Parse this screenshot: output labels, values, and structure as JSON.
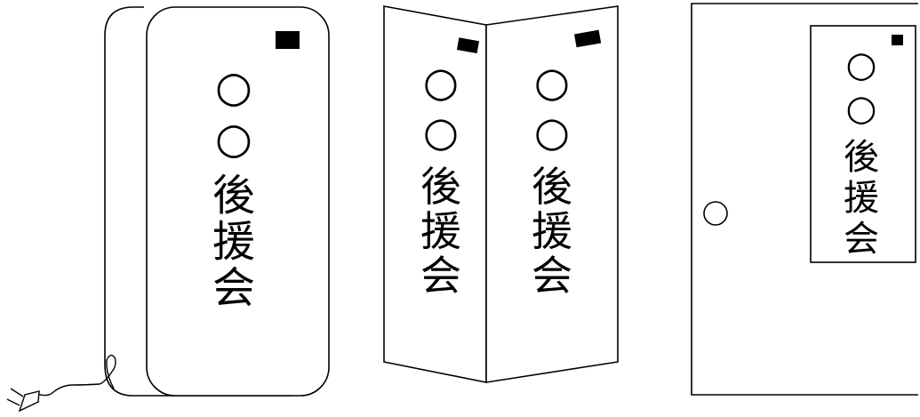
{
  "colors": {
    "stroke": "#000000",
    "background": "#ffffff",
    "marker": "#000000"
  },
  "sign_text": "○○後援会",
  "panels": [
    {
      "id": "illuminated-sign",
      "icons": [
        "plug-icon",
        "power-cord",
        "black-marker"
      ],
      "glyphs": [
        "○",
        "○",
        "後",
        "援",
        "会"
      ]
    },
    {
      "id": "folding-sign",
      "icons": [
        "black-marker",
        "black-marker"
      ],
      "left_glyphs": [
        "○",
        "○",
        "後",
        "援",
        "会"
      ],
      "right_glyphs": [
        "○",
        "○",
        "後",
        "援",
        "会"
      ]
    },
    {
      "id": "door-sign",
      "icons": [
        "door-knob-icon",
        "black-marker"
      ],
      "glyphs": [
        "○",
        "○",
        "後",
        "援",
        "会"
      ]
    }
  ]
}
